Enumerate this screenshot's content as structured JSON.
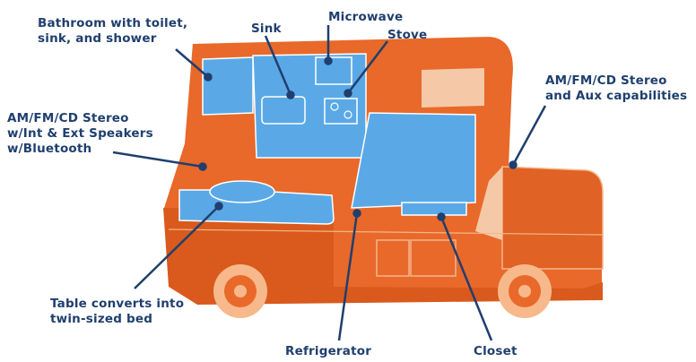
{
  "callouts": {
    "bathroom": "Bathroom with toilet,\nsink, and shower",
    "sink": "Sink",
    "microwave": "Microwave",
    "stove": "Stove",
    "stereo_right": "AM/FM/CD Stereo\nand Aux capabilities",
    "stereo_left": "AM/FM/CD Stereo\nw/Int & Ext Speakers\nw/Bluetooth",
    "table": "Table converts into\ntwin-sized bed",
    "refrigerator": "Refrigerator",
    "closet": "Closet"
  },
  "colors": {
    "body": "#e8692a",
    "body_dark": "#d95a1c",
    "interior": "#5aa9e6",
    "light": "#f5c9a8",
    "label": "#1f3f6e"
  }
}
